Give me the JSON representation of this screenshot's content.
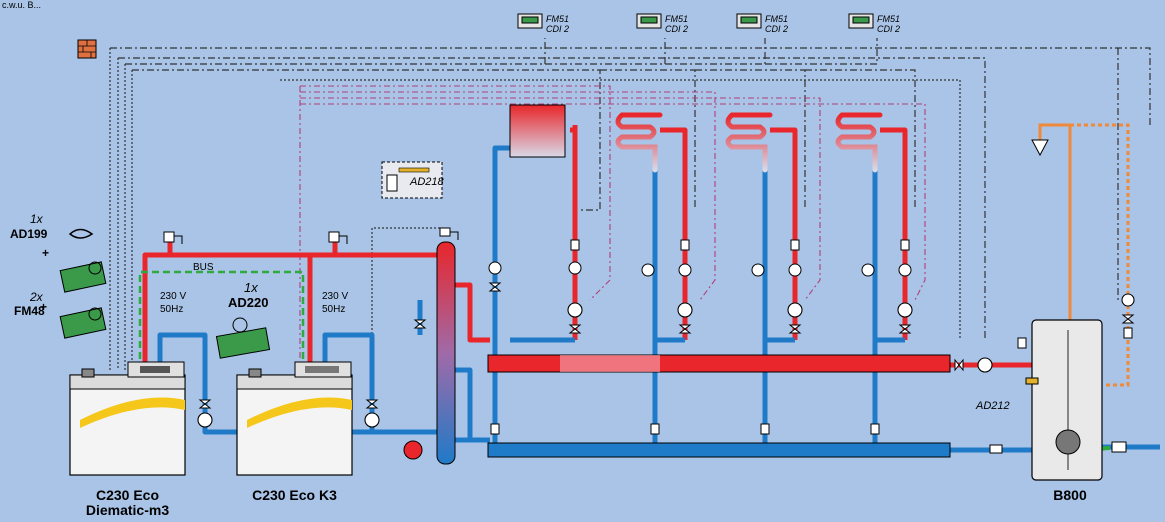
{
  "top_note": "c.w.u. B...",
  "modules": [
    {
      "line1": "FM51",
      "line2": "CDI 2"
    },
    {
      "line1": "FM51",
      "line2": "CDI 2"
    },
    {
      "line1": "FM51",
      "line2": "CDI 2"
    },
    {
      "line1": "FM51",
      "line2": "CDI 2"
    }
  ],
  "accessories": {
    "ad199_qty": "1x",
    "ad199": "AD199",
    "plus": "+",
    "fm48_qty": "2x",
    "fm48": "FM48",
    "ad220_qty": "1x",
    "ad220": "AD220",
    "ad218": "AD218",
    "ad212": "AD212",
    "bus": "BUS"
  },
  "power": {
    "voltage": "230 V",
    "frequency": "50Hz"
  },
  "boilers": [
    {
      "line1": "C230 Eco",
      "line2": "Diematic-m3"
    },
    {
      "line1": "C230 Eco K3",
      "line2": ""
    }
  ],
  "tank": {
    "label": "B800"
  },
  "colors": {
    "background": "#a9c4e6",
    "supply": "#e8262b",
    "return": "#1f7ac8",
    "dhw_circulation": "#f08a3a",
    "bus": "#2eaa3e",
    "control": "#333333",
    "boiler_body": "#f4f4f4",
    "boiler_accent": "#f5c71a"
  }
}
